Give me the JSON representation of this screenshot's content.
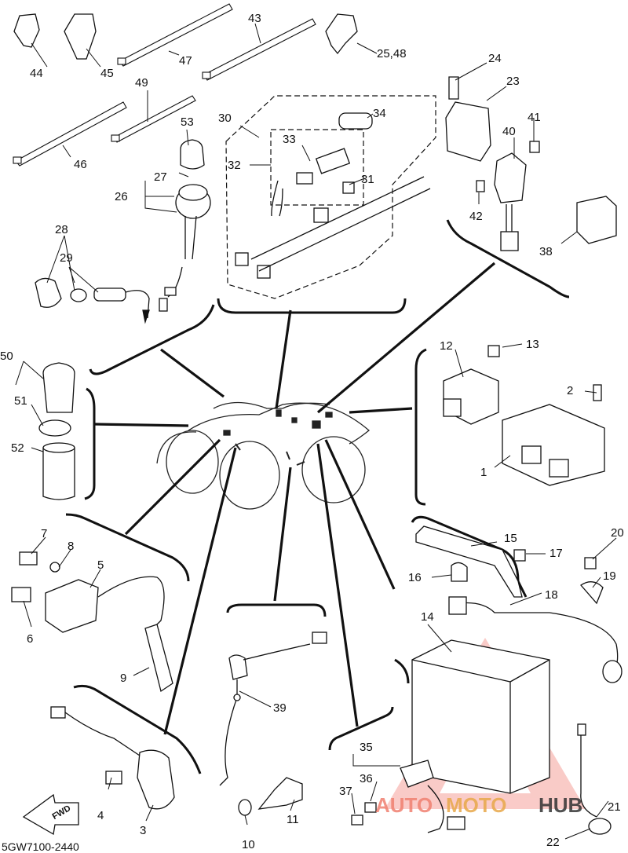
{
  "diagram": {
    "callouts": [
      "44",
      "45",
      "47",
      "43",
      "25,48",
      "49",
      "46",
      "53",
      "27",
      "26",
      "28",
      "29",
      "30",
      "34",
      "33",
      "32",
      "31",
      "24",
      "23",
      "41",
      "40",
      "42",
      "38",
      "50",
      "51",
      "52",
      "12",
      "13",
      "2",
      "1",
      "7",
      "8",
      "5",
      "6",
      "9",
      "15",
      "17",
      "20",
      "16",
      "19",
      "18",
      "14",
      "39",
      "35",
      "36",
      "37",
      "4",
      "3",
      "10",
      "11",
      "21",
      "22"
    ],
    "catalog_code": "5GW7100-2440",
    "fwd_label": "FWD",
    "watermark": {
      "left": "AUTO",
      "middle": "MOTO",
      "right": "HUB",
      "colors": {
        "left": "#f08070",
        "middle": "#e8a84a",
        "right": "#333333"
      }
    }
  }
}
